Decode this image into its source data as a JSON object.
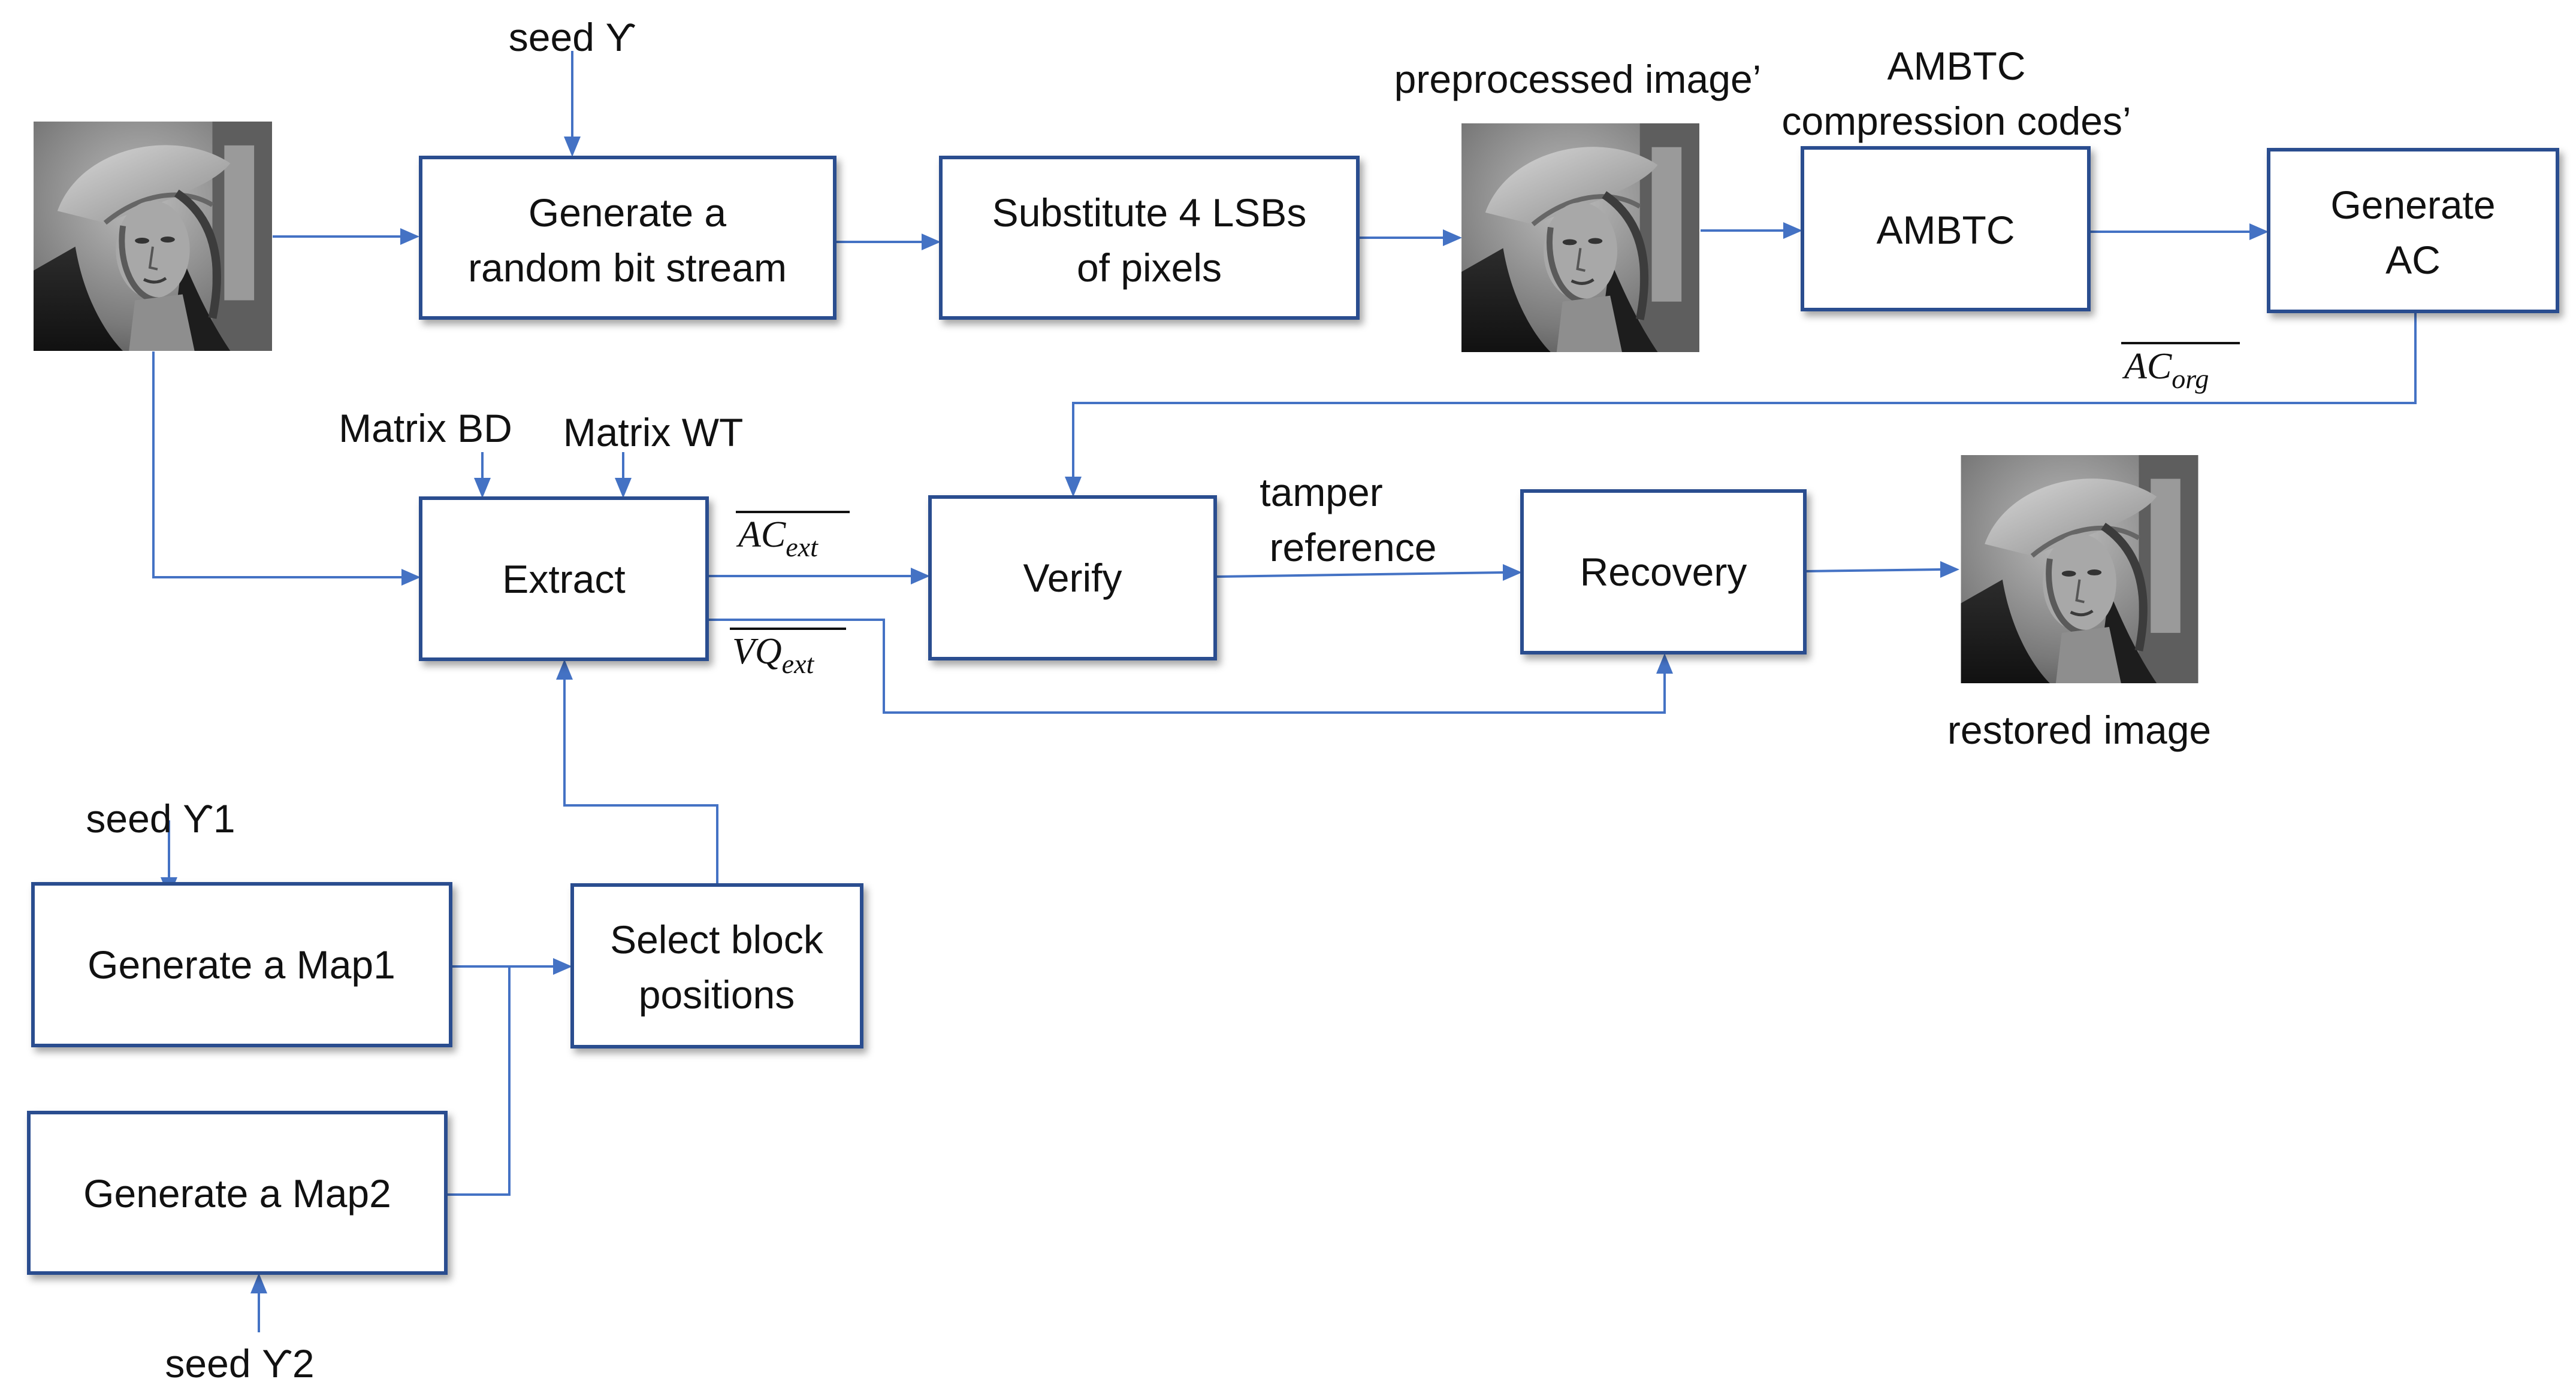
{
  "nodes": {
    "generate_stream": [
      "Generate a",
      "random bit stream"
    ],
    "substitute": [
      "Substitute 4 LSBs",
      "of pixels"
    ],
    "ambtc": "AMBTC",
    "generate_ac": [
      "Generate",
      "AC"
    ],
    "extract": "Extract",
    "verify": "Verify",
    "recovery": "Recovery",
    "select_block": [
      "Select block",
      "positions"
    ],
    "map1": "Generate a Map1",
    "map2": "Generate a Map2"
  },
  "labels": {
    "seed": "seed ϒ",
    "seed1": "seed ϒ1",
    "seed2": "seed ϒ2",
    "preprocessed": "preprocessed image’",
    "ambtc_codes": [
      "AMBTC",
      "compression codes’"
    ],
    "matrix_bd": "Matrix BD",
    "matrix_wt": "Matrix WT",
    "tamper_reference": [
      "tamper",
      "reference"
    ],
    "restored": "restored image",
    "ac_org": {
      "base": "AC",
      "sub": "org"
    },
    "ac_ext": {
      "base": "AC",
      "sub": "ext"
    },
    "vq_ext": {
      "base": "VQ",
      "sub": "ext"
    }
  },
  "images": {
    "input": "portrait-photo",
    "preprocessed": "portrait-photo",
    "restored": "portrait-photo"
  },
  "colors": {
    "arrow": "#4472c4",
    "box_border": "#2a4d8f"
  }
}
